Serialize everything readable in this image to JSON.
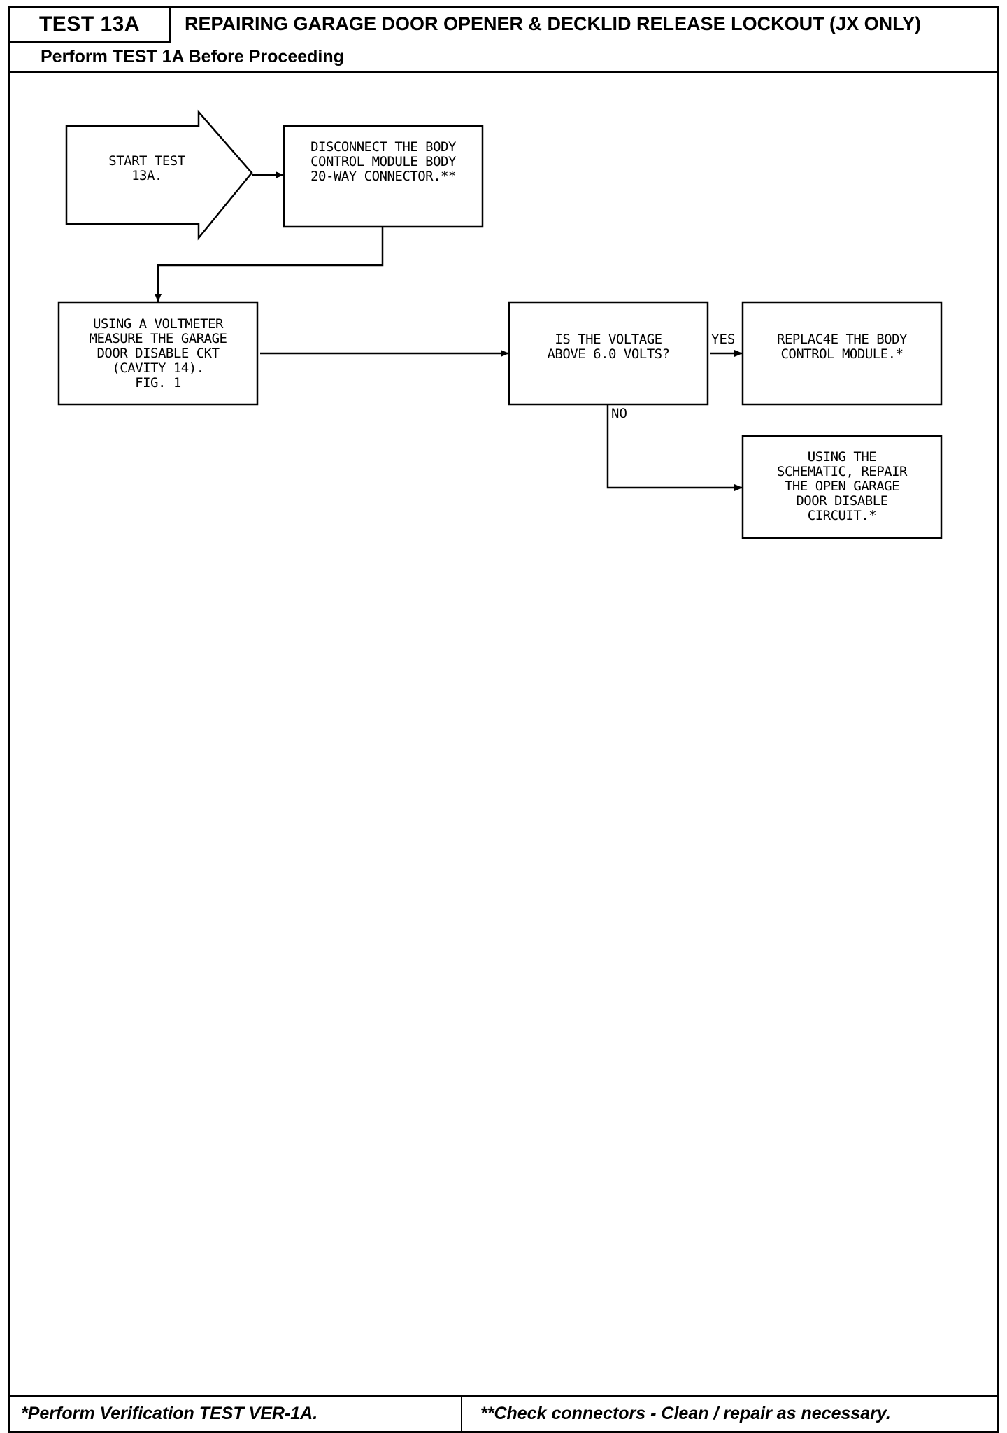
{
  "header": {
    "test_id": "TEST 13A",
    "title": "REPAIRING GARAGE DOOR OPENER & DECKLID RELEASE LOCKOUT (JX ONLY)",
    "prerequisite": "Perform TEST 1A Before Proceeding"
  },
  "nodes": {
    "start": "START TEST\n13A.",
    "disconnect": "DISCONNECT THE BODY\nCONTROL MODULE BODY\n20-WAY CONNECTOR.**",
    "measure": "USING A VOLTMETER\nMEASURE THE GARAGE\nDOOR DISABLE CKT\n(CAVITY 14).\nFIG. 1",
    "decision": "IS THE VOLTAGE\nABOVE 6.0 VOLTS?",
    "replace": "REPLAC4E THE BODY\nCONTROL MODULE.*",
    "repair": "USING THE\nSCHEMATIC, REPAIR\nTHE OPEN GARAGE\nDOOR DISABLE\nCIRCUIT.*"
  },
  "edges": {
    "yes_label": "YES",
    "no_label": "NO"
  },
  "footer": {
    "left_note": "*Perform Verification TEST VER-1A.",
    "right_note": "**Check connectors - Clean / repair as necessary."
  },
  "colors": {
    "line": "#000000",
    "background": "#ffffff"
  }
}
